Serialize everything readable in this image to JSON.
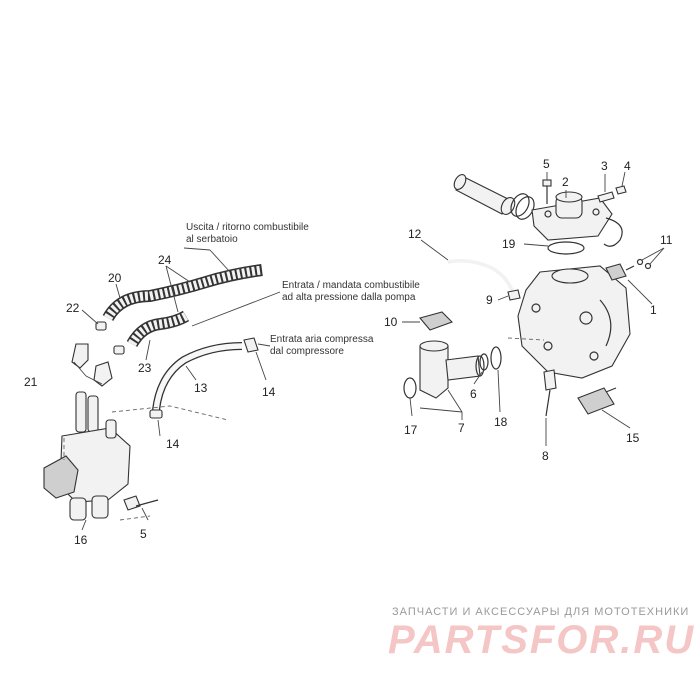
{
  "notes": {
    "return_line": "Uscita / ritorno combustibile",
    "return_line_2": "al serbatoio",
    "supply_line": "Entrata / mandata combustibile",
    "supply_line_2": "ad  alta pressione dalla pompa",
    "air_inlet": "Entrata aria compressa",
    "air_inlet_2": "dal compressore"
  },
  "callouts": {
    "c1": "1",
    "c2": "2",
    "c3": "3",
    "c4": "4",
    "c5a": "5",
    "c5b": "5",
    "c6": "6",
    "c7": "7",
    "c8": "8",
    "c9": "9",
    "c10": "10",
    "c11": "11",
    "c12": "12",
    "c13": "13",
    "c14a": "14",
    "c14b": "14",
    "c15": "15",
    "c16": "16",
    "c17": "17",
    "c18": "18",
    "c19": "19",
    "c20": "20",
    "c21": "21",
    "c22": "22",
    "c23": "23",
    "c24": "24"
  },
  "watermark": {
    "tagline": "ЗАПЧАСТИ И АКСЕССУАРЫ ДЛЯ МОТОТЕХНИКИ",
    "logo": "PARTSFOR.RU"
  }
}
